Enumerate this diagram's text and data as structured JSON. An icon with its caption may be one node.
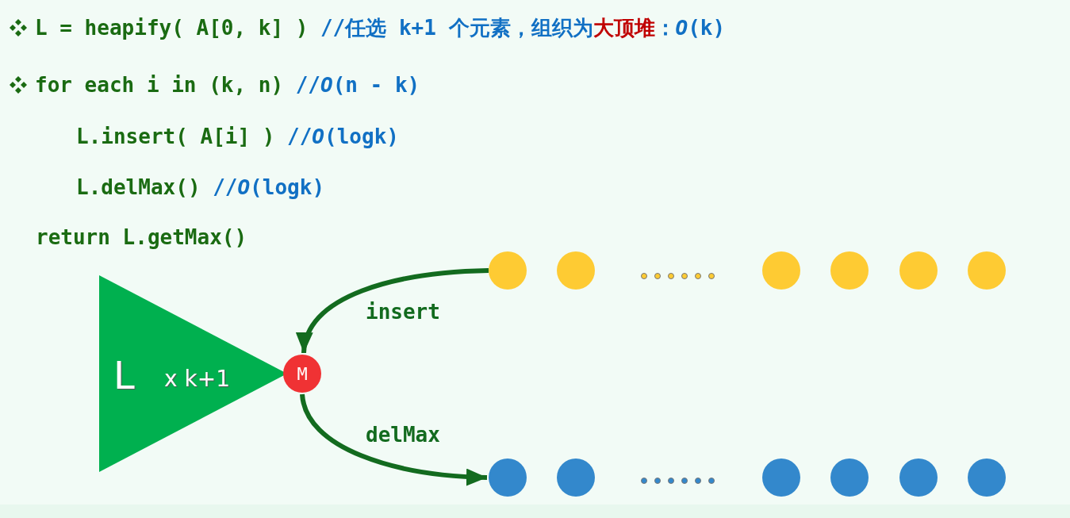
{
  "diagram": {
    "nodes": [
      {
        "text": [
          "L",
          "x k+1"
        ]
      },
      {
        "text": [
          "M"
        ]
      },
      {
        "text": [],
        "shape": "circle"
      },
      {
        "text": [],
        "shape": "circle"
      },
      {
        "text": [],
        "shape": "circle"
      },
      {
        "text": [],
        "shape": "circle"
      },
      {
        "text": [],
        "shape": "circle"
      },
      {
        "text": [],
        "shape": "circle"
      },
      {
        "text": [],
        "shape": "circle"
      },
      {
        "text": [],
        "shape": "circle"
      },
      {
        "text": [],
        "shape": "circle"
      },
      {
        "text": [],
        "shape": "circle"
      },
      {
        "text": [],
        "shape": "circle"
      },
      {
        "text": [],
        "shape": "circle"
      }
    ],
    "edges": [
      {
        "from": 2,
        "to": 1,
        "arrow": "to",
        "label": "insert"
      },
      {
        "from": 1,
        "to": 8,
        "arrow": "to",
        "label": "delMax"
      }
    ],
    "labels": [
      "L = heapify( A[0, k] )",
      "//任选 k+1 个元素，组织为",
      "大顶堆",
      "：*O*(k)",
      "for each i in (k, n)",
      "//*O*(n - k)",
      "L.insert( A[i] )",
      "//*O*(logk)",
      "L.delMax()",
      "//*O*(logk)",
      "return L.getMax()"
    ]
  }
}
